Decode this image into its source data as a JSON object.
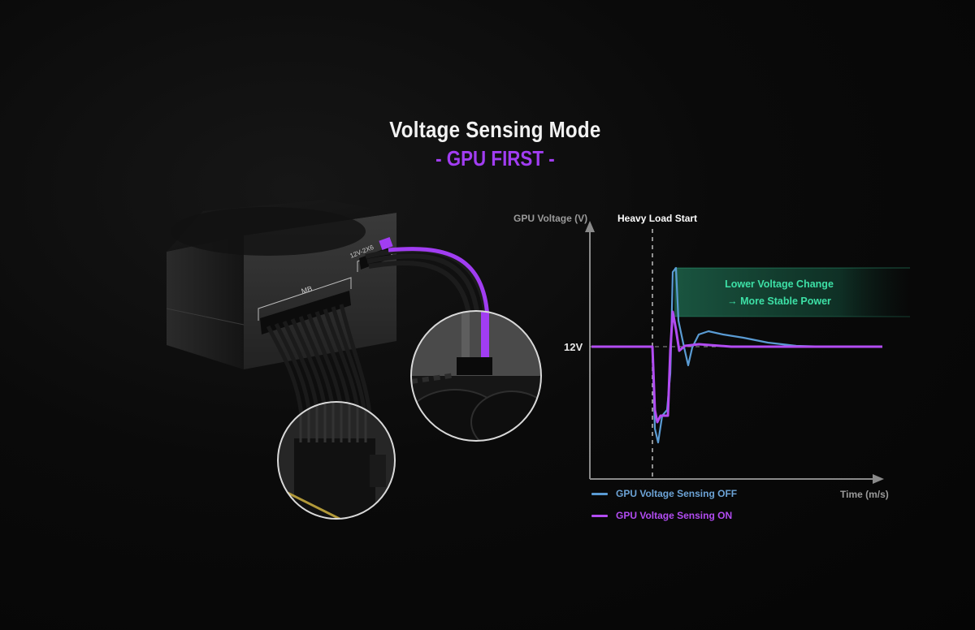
{
  "header": {
    "title": "Voltage Sensing Mode",
    "subtitle": "- GPU FIRST -"
  },
  "illustration": {
    "connector_label_mb": "MB",
    "connector_label_gpu": "12V-2X6",
    "highlight_color": "#a13df2"
  },
  "chart_data": {
    "type": "line",
    "title": "",
    "ylabel": "GPU Voltage (V)",
    "xlabel": "Time (m/s)",
    "y_tick_labels": [
      "12V"
    ],
    "annotation_vertical": "Heavy Load Start",
    "callout_lines": [
      "Lower Voltage Change",
      "→ More Stable Power"
    ],
    "grid": false,
    "legend_placement": "bottom-left",
    "series": [
      {
        "name": "GPU Voltage Sensing OFF",
        "color": "#5a9bd3"
      },
      {
        "name": "GPU Voltage Sensing ON",
        "color": "#b24cf2"
      }
    ],
    "colors": {
      "callout": "#3de0a6",
      "baseline_dash": "#cfcfcf"
    }
  }
}
